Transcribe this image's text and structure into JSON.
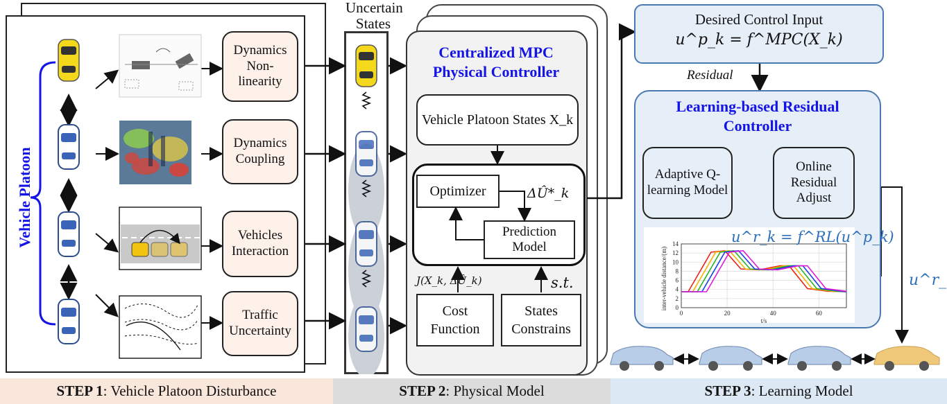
{
  "step1": {
    "label": "Vehicle Platoon",
    "factors": [
      "Dynamics Non-linearity",
      "Dynamics Coupling",
      "Vehicles Interaction",
      "Traffic Uncertainty"
    ]
  },
  "uncertain": {
    "title": "Uncertain States"
  },
  "mpc": {
    "title": "Centralized MPC Physical Controller",
    "platoon_states": "Vehicle Platoon States X_k",
    "optimizer": "Optimizer",
    "delta_u": "ΔÛ*_k",
    "prediction": "Prediction Model",
    "cost_expr": "J(X_k, ΔÛ_k)",
    "st": "s.t.",
    "cost": "Cost Function",
    "constraints": "States Constrains"
  },
  "desired": {
    "title": "Desired Control Input",
    "formula": "u^p_k = f^MPC(X_k)"
  },
  "residual_label": "Residual",
  "learning": {
    "title": "Learning-based Residual Controller",
    "q_model": "Adaptive Q-learning Model",
    "online": "Online Residual Adjust",
    "formula": "u^r_k = f^RL(u^p_k)",
    "output": "u^r_k"
  },
  "chart_data": {
    "type": "line",
    "ylabel": "inter-vehicle distance/(m)",
    "xlabel": "t/s",
    "xlim": [
      0,
      72
    ],
    "ylim": [
      0,
      14
    ],
    "xticks": [
      0,
      20,
      40,
      60
    ],
    "yticks": [
      0,
      2,
      4,
      6,
      8,
      10,
      12,
      14
    ],
    "grid": true,
    "series": [
      {
        "color": "#e8241a",
        "x": [
          0,
          3,
          13,
          19,
          26,
          34,
          43,
          47,
          55,
          64,
          72
        ],
        "y": [
          3.5,
          3.5,
          12.2,
          12.5,
          8.5,
          8.3,
          9.2,
          9.2,
          4.2,
          3.6,
          3.5
        ]
      },
      {
        "color": "#f1b400",
        "x": [
          0,
          5,
          15,
          21,
          28,
          36,
          45,
          49,
          57,
          66,
          72
        ],
        "y": [
          3.5,
          3.5,
          12.2,
          12.5,
          8.5,
          8.3,
          9.2,
          9.2,
          4.2,
          3.6,
          3.5
        ]
      },
      {
        "color": "#2ab22a",
        "x": [
          0,
          7,
          17,
          23,
          30,
          38,
          47,
          51,
          59,
          68,
          72
        ],
        "y": [
          3.5,
          3.5,
          12.2,
          12.5,
          8.5,
          8.3,
          9.2,
          9.2,
          4.2,
          3.6,
          3.5
        ]
      },
      {
        "color": "#1a3fe8",
        "x": [
          0,
          9,
          19,
          25,
          32,
          40,
          49,
          53,
          61,
          70,
          72
        ],
        "y": [
          3.5,
          3.5,
          12.2,
          12.5,
          8.5,
          8.3,
          9.2,
          9.2,
          4.2,
          3.6,
          3.5
        ]
      },
      {
        "color": "#e01ad8",
        "x": [
          0,
          11,
          21,
          27,
          34,
          42,
          51,
          55,
          63,
          72
        ],
        "y": [
          3.5,
          3.5,
          12.2,
          12.5,
          8.5,
          8.3,
          9.2,
          9.2,
          4.2,
          3.6
        ]
      }
    ]
  },
  "footer": {
    "step1_bold": "STEP 1",
    "step1_text": ": Vehicle Platoon Disturbance",
    "step2_bold": "STEP 2",
    "step2_text": ": Physical Model",
    "step3_bold": "STEP 3",
    "step3_text": ": Learning Model",
    "step1_color": "#f9e7dc",
    "step2_color": "#dcdcdc",
    "step3_color": "#dce9f4"
  }
}
